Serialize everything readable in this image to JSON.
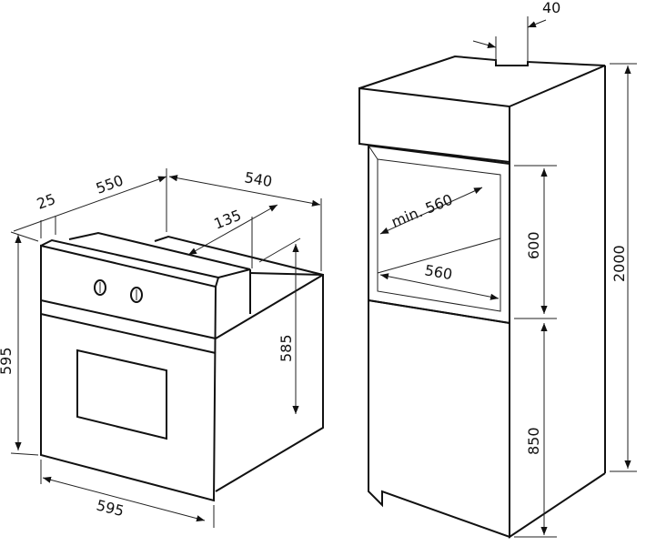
{
  "oven": {
    "width_front": "595",
    "height_front": "595",
    "depth_total": "550",
    "panel_offset": "25",
    "body_depth": "540",
    "cable_clearance": "135",
    "body_height": "585"
  },
  "cabinet": {
    "top_gap": "40",
    "niche_depth": "min. 560",
    "niche_width": "560",
    "niche_height": "600",
    "base_height": "850",
    "total_height": "2000"
  }
}
